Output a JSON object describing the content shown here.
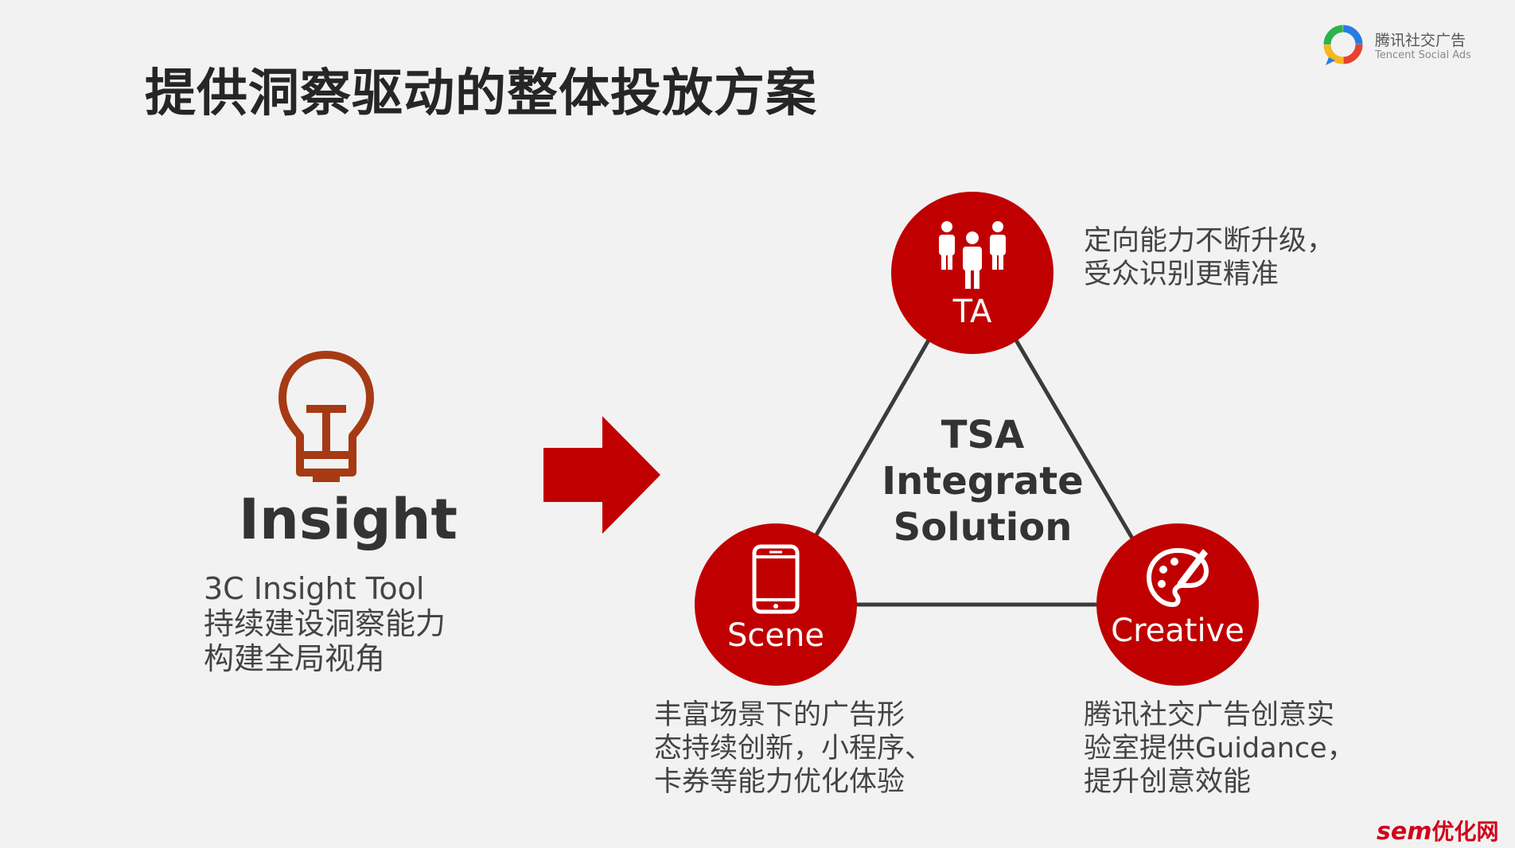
{
  "title": "提供洞察驱动的整体投放方案",
  "logo": {
    "name_cn": "腾讯社交广告",
    "name_en": "Tencent Social Ads",
    "colors": [
      "#e8412c",
      "#f6b81a",
      "#2db34a",
      "#2a7de1"
    ]
  },
  "insight": {
    "icon": "lightbulb-icon",
    "title": "Insight",
    "lines": [
      "3C Insight Tool",
      "持续建设洞察能力",
      "构建全局视角"
    ]
  },
  "arrow": {
    "icon": "right-arrow-icon"
  },
  "diagram": {
    "center_lines": [
      "TSA",
      "Integrate",
      "Solution"
    ],
    "nodes": {
      "ta": {
        "label": "TA",
        "icon": "people-icon",
        "desc": [
          "定向能力不断升级，",
          "受众识别更精准"
        ]
      },
      "scene": {
        "label": "Scene",
        "icon": "smartphone-icon",
        "desc": [
          "丰富场景下的广告形",
          "态持续创新，小程序、",
          "卡券等能力优化体验"
        ]
      },
      "creative": {
        "label": "Creative",
        "icon": "palette-icon",
        "desc": [
          "腾讯社交广告创意实",
          "验室提供Guidance，",
          "提升创意效能"
        ]
      }
    }
  },
  "watermark": {
    "part1": "sem",
    "part2": "优化网"
  },
  "colors": {
    "accent": "#c00000",
    "bulb": "#a63a14",
    "text": "#333333",
    "background": "#f2f2f2"
  }
}
